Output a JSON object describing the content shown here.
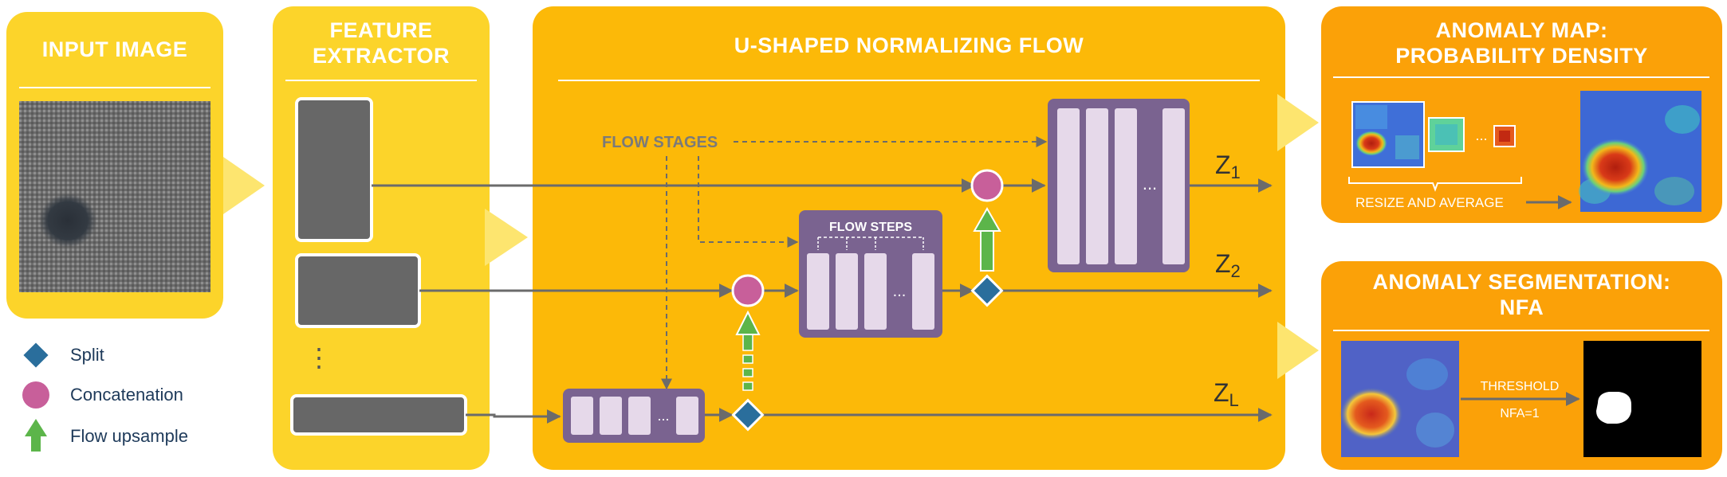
{
  "panels": {
    "input_title": "INPUT IMAGE",
    "feature_title_line1": "FEATURE",
    "feature_title_line2": "EXTRACTOR",
    "flow_title": "U-SHAPED NORMALIZING FLOW",
    "map_title_line1": "ANOMALY MAP:",
    "map_title_line2": "PROBABILITY DENSITY",
    "seg_title_line1": "ANOMALY SEGMENTATION:",
    "seg_title_line2": "NFA"
  },
  "flow": {
    "flow_stages_label": "FLOW STAGES",
    "flow_steps_label": "FLOW STEPS",
    "ellipsis": "...",
    "feature_ellipsis": "⋮",
    "z1_base": "Z",
    "z1_sub": "1",
    "z2_base": "Z",
    "z2_sub": "2",
    "zl_base": "Z",
    "zl_sub": "L"
  },
  "map": {
    "resize_label": "RESIZE AND AVERAGE"
  },
  "seg": {
    "threshold_label": "THRESHOLD",
    "nfa_label": "NFA=1"
  },
  "legend": {
    "split": "Split",
    "concat": "Concatenation",
    "upsample": "Flow upsample"
  },
  "colors": {
    "panel_yellow": "#fcd42a",
    "panel_amber": "#fcb908",
    "panel_orange": "#fba108",
    "flow_block": "#7a6390",
    "flow_step": "#e6d9ea",
    "feature_map": "#676767",
    "split_diamond": "#2a6e9c",
    "concat_circle": "#c85f9a",
    "upsample_arrow": "#5cb54a",
    "arrow_gray": "#6b6b6b"
  }
}
